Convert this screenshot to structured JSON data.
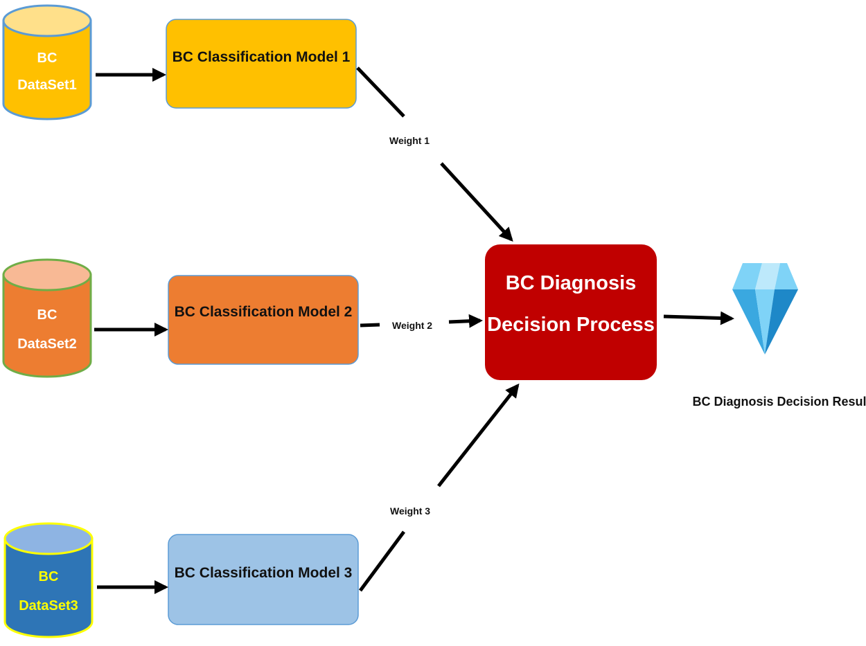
{
  "datasets": [
    {
      "line1": "BC",
      "line2": "DataSet1",
      "body_color": "#FFC000",
      "top_color": "#FFE08A",
      "outline_color": "#5B9BD5",
      "text_color": "#FFFFFF"
    },
    {
      "line1": "BC",
      "line2": "DataSet2",
      "body_color": "#ED7D31",
      "top_color": "#F8B995",
      "outline_color": "#70AD47",
      "text_color": "#FFFFFF"
    },
    {
      "line1": "BC",
      "line2": "DataSet3",
      "body_color": "#2E75B6",
      "top_color": "#8EB4E3",
      "outline_color": "#FFFF00",
      "text_color": "#FFFF00"
    }
  ],
  "models": [
    {
      "label": "BC Classification Model 1",
      "color": "#FFC000",
      "border": "#5B9BD5"
    },
    {
      "label": "BC Classification Model 2",
      "color": "#ED7D31",
      "border": "#5B9BD5"
    },
    {
      "label": "BC Classification Model 3",
      "color": "#9DC3E6",
      "border": "#5B9BD5"
    }
  ],
  "weights": [
    "Weight 1",
    "Weight 2",
    "Weight 3"
  ],
  "decision": {
    "line1": "BC Diagnosis",
    "line2": "Decision Process",
    "color": "#C00000"
  },
  "result": {
    "label": "BC Diagnosis Decision Result",
    "icon": "diamond-icon",
    "icon_colors": [
      "#7FD3F7",
      "#3AA8E0",
      "#1E88C8",
      "#BDE9FB"
    ]
  }
}
